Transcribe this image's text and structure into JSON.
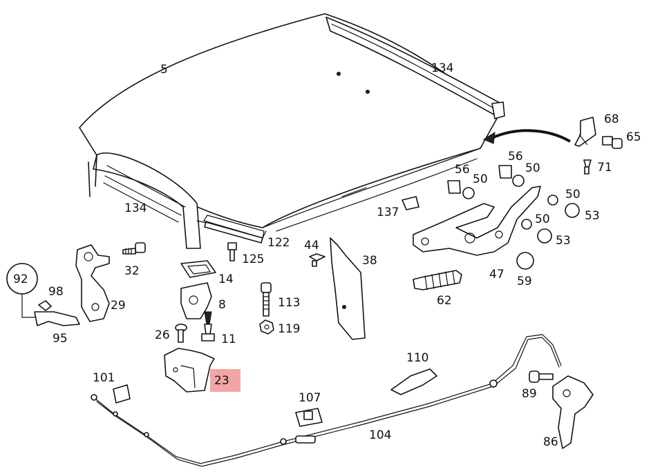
{
  "highlight": {
    "label": "23",
    "color": "#f2a5a5"
  },
  "callouts": [
    "5",
    "134",
    "134",
    "68",
    "65",
    "71",
    "56",
    "50",
    "56",
    "50",
    "50",
    "53",
    "50",
    "53",
    "137",
    "122",
    "125",
    "44",
    "38",
    "47",
    "59",
    "62",
    "32",
    "14",
    "8",
    "29",
    "113",
    "119",
    "92",
    "98",
    "95",
    "26",
    "11",
    "23",
    "110",
    "101",
    "107",
    "89",
    "104",
    "86"
  ]
}
